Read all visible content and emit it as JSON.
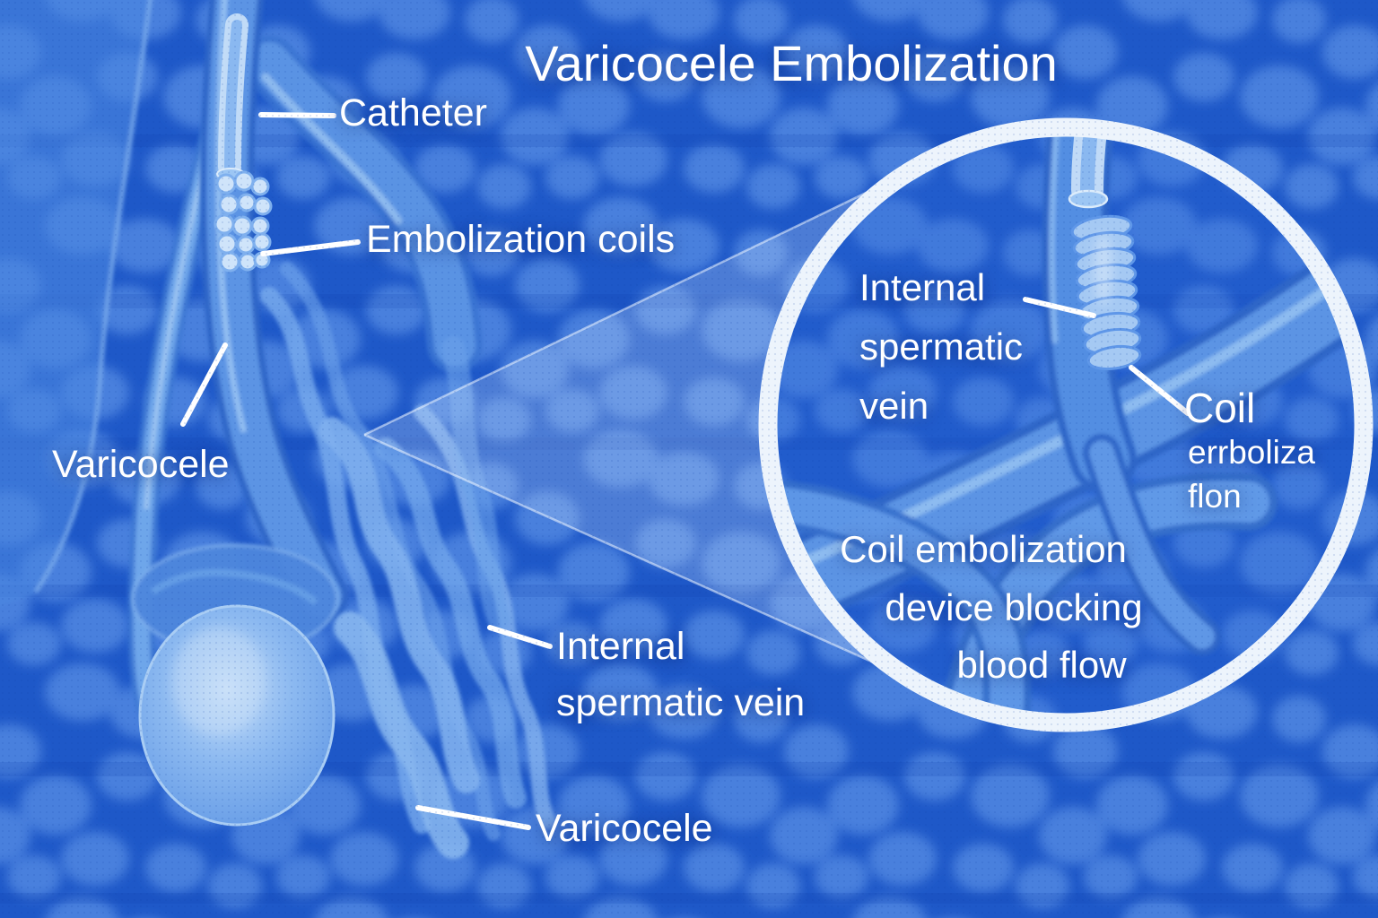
{
  "title": "Varicocele Embolization",
  "labels": {
    "catheter": "Catheter",
    "embolization_coils": "Embolization coils",
    "varicocele_left": "Varicocele",
    "internal_spermatic_vein_line1": "Internal",
    "internal_spermatic_vein_line2": "spermatic vein",
    "varicocele_bottom": "Varicocele"
  },
  "inset": {
    "internal_spermatic_vein_line1": "Internal",
    "internal_spermatic_vein_line2": "spermatic",
    "internal_spermatic_vein_line3": "vein",
    "coil_label_line1": "Coil",
    "coil_label_line2": "errboliza",
    "coil_label_line3": "flon",
    "caption_line1": "Coil embolization",
    "caption_line2": "device blocking",
    "caption_line3": "blood flow"
  },
  "colors": {
    "background_base": "#1e58c8",
    "cell_blob": "#5289e2",
    "stripe": "#0c3fae",
    "vein_dark": "#2f66c8",
    "vein_mid": "#5b94e4",
    "vein_light": "#8ab8f0",
    "vein_highlight": "#c6def8",
    "magnifier_ring": "#edf4fc",
    "label_text": "#ffffff"
  }
}
